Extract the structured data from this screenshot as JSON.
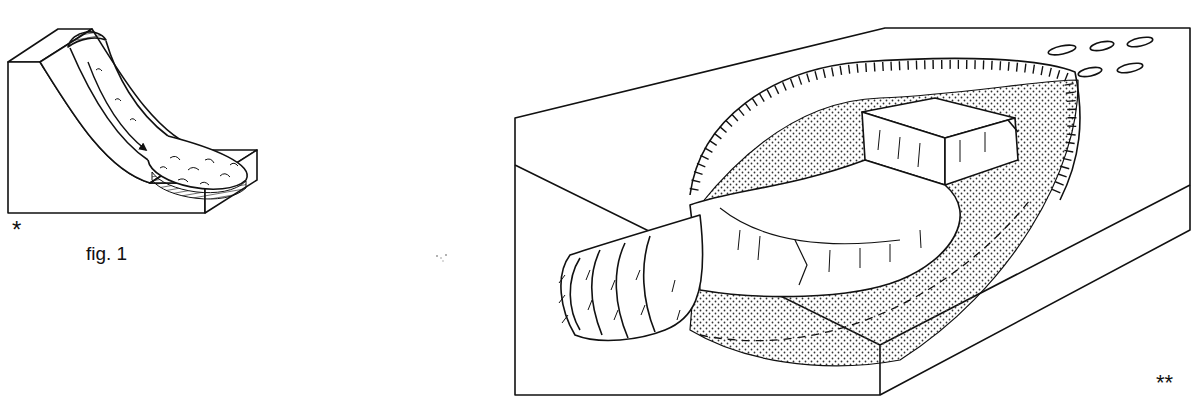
{
  "diagram": {
    "labels": [
      "*",
      "fig. 1",
      "**"
    ]
  }
}
